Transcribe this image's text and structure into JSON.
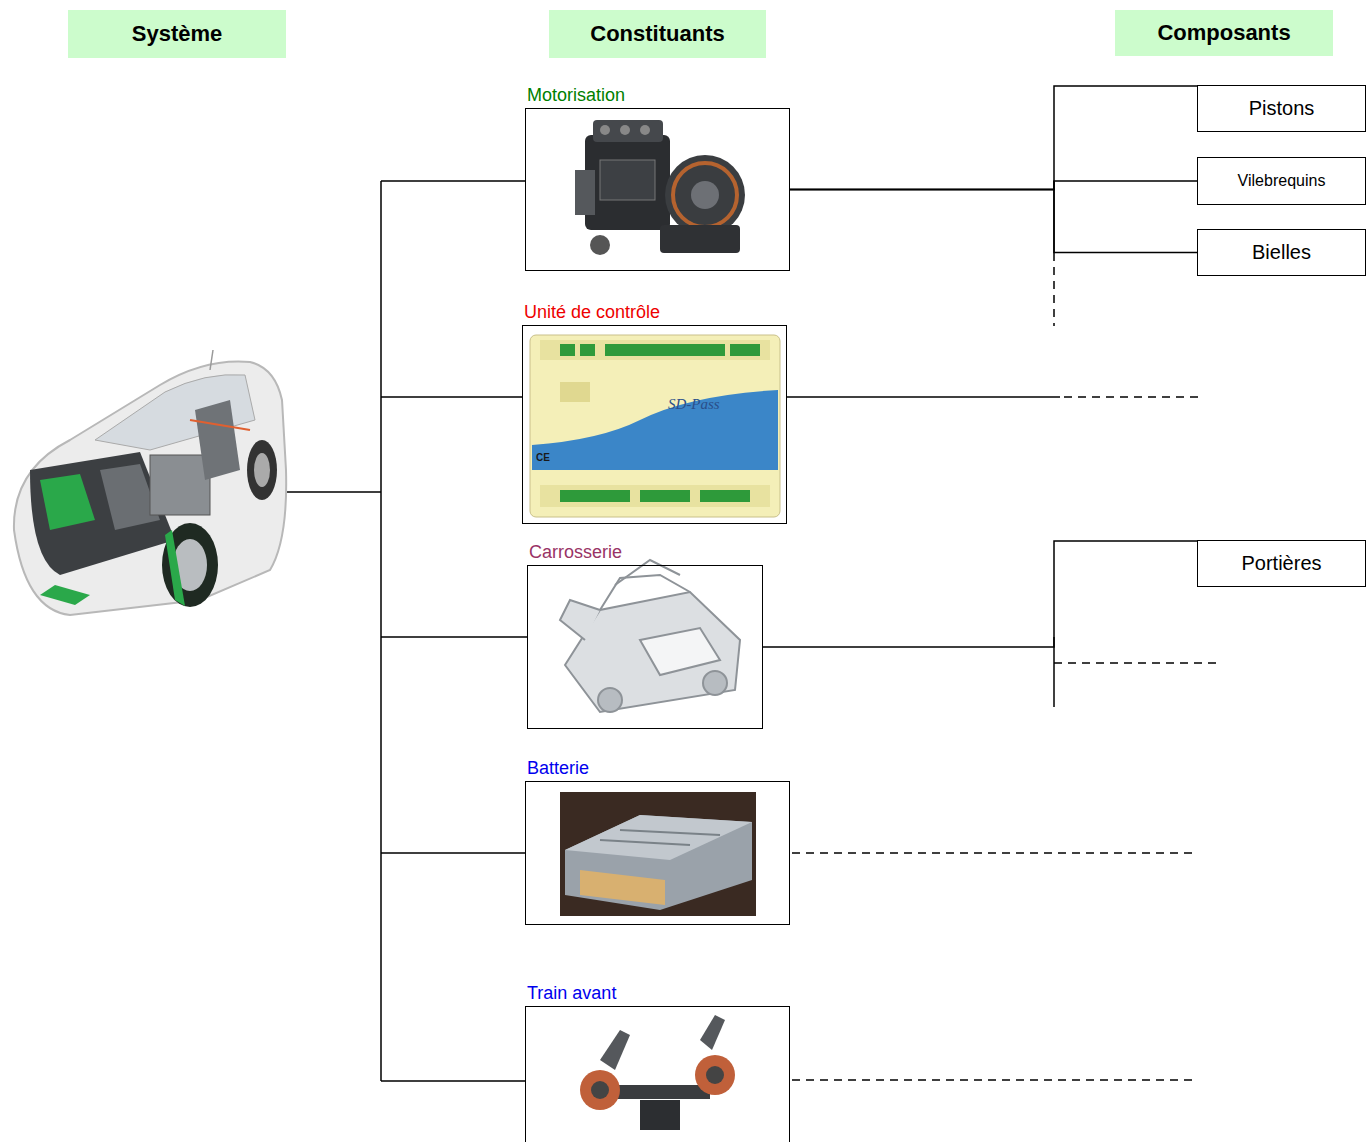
{
  "diagram": {
    "nodes": [
      {
        "text": [
          "Système"
        ]
      },
      {
        "text": [
          "Constituants"
        ]
      },
      {
        "text": [
          "Composants"
        ]
      },
      {
        "text": [
          "Motorisation"
        ]
      },
      {
        "text": [
          "Pistons"
        ]
      },
      {
        "text": [
          "Vilebrequins"
        ]
      },
      {
        "text": [
          "Bielles"
        ]
      },
      {
        "text": [
          "Unité de contrôle"
        ]
      },
      {
        "text": [
          "Carrosserie"
        ]
      },
      {
        "text": [
          "Portières"
        ]
      },
      {
        "text": [
          "Batterie"
        ]
      },
      {
        "text": [
          "Train avant"
        ]
      }
    ],
    "edges": [
      {
        "from": 3,
        "to": 4,
        "arrow": "none"
      },
      {
        "from": 3,
        "to": 5,
        "arrow": "none"
      },
      {
        "from": 3,
        "to": 6,
        "arrow": "none"
      },
      {
        "from": 8,
        "to": 9,
        "arrow": "none"
      }
    ],
    "labels": [
      "SD-Pass",
      "CE"
    ]
  }
}
